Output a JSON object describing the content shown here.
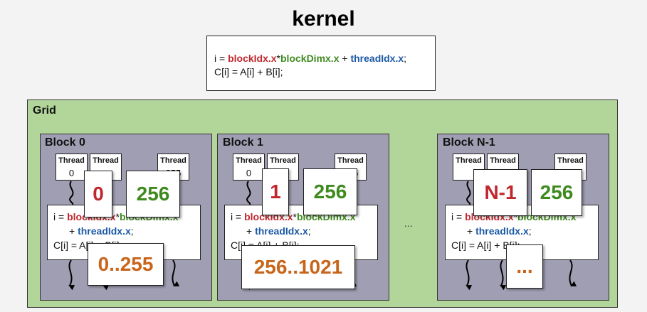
{
  "title": "kernel",
  "kernel_code": {
    "line1": {
      "a": "i = ",
      "b": "blockIdx.x",
      "c": "*",
      "d": "blockDimx.x",
      "e": " + ",
      "f": "threadIdx.x",
      "g": ";"
    },
    "line2": "C[i] = A[i] + B[i];"
  },
  "grid_label": "Grid",
  "thread_label": "Thread",
  "code": {
    "pre": "i = ",
    "block_idx": "blockIdx.x",
    "star": "*",
    "block_dim": "blockDimx.x",
    "plus": "+ ",
    "thread_idx": "threadIdx.x",
    "semi": ";",
    "assign": "C[i] = A[i] + B[i];"
  },
  "blocks": [
    {
      "label": "Block 0",
      "thread_first": "0",
      "thread_last": "255",
      "block_id": "0",
      "block_dim": "256",
      "range": "0..255"
    },
    {
      "label": "Block 1",
      "thread_first": "0",
      "thread_last": "255",
      "block_id": "1",
      "block_dim": "256",
      "range": "256..1021"
    },
    {
      "label": "Block N-1",
      "thread_first": "",
      "thread_last": "",
      "block_id": "N-1",
      "block_dim": "256",
      "range": "..."
    }
  ],
  "between_blocks": "...",
  "colors": {
    "grid": "#b2d69a",
    "block": "#a09eb2",
    "red": "#c0282e",
    "green": "#3f8a1f",
    "blue": "#1c5aa6",
    "orange": "#c8651b"
  }
}
